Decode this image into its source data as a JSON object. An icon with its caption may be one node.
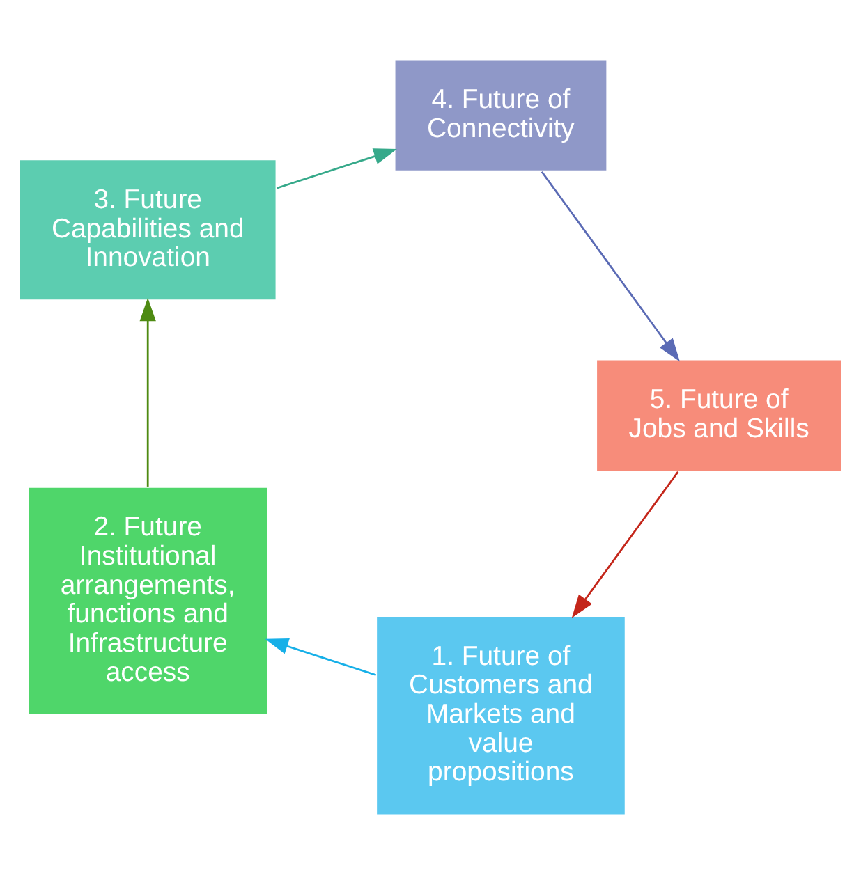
{
  "diagram": {
    "nodes": [
      {
        "text": [
          "1. Future of Customers and Markets and value propositions"
        ]
      },
      {
        "text": [
          "2. Future Institutional arrangements, functions and Infrastructure access"
        ]
      },
      {
        "text": [
          "3. Future Capabilities and Innovation"
        ]
      },
      {
        "text": [
          "4. Future of Connectivity"
        ]
      },
      {
        "text": [
          "5. Future of Jobs and Skills"
        ]
      }
    ],
    "edges": [
      {
        "from": 0,
        "to": 1,
        "arrow": "to",
        "color": "#17b0e8"
      },
      {
        "from": 1,
        "to": 2,
        "arrow": "to",
        "color": "#4e8a12"
      },
      {
        "from": 2,
        "to": 3,
        "arrow": "to",
        "color": "#36a98a"
      },
      {
        "from": 3,
        "to": 4,
        "arrow": "to",
        "color": "#5b6bb5"
      },
      {
        "from": 4,
        "to": 0,
        "arrow": "to",
        "color": "#c4261a"
      }
    ]
  }
}
